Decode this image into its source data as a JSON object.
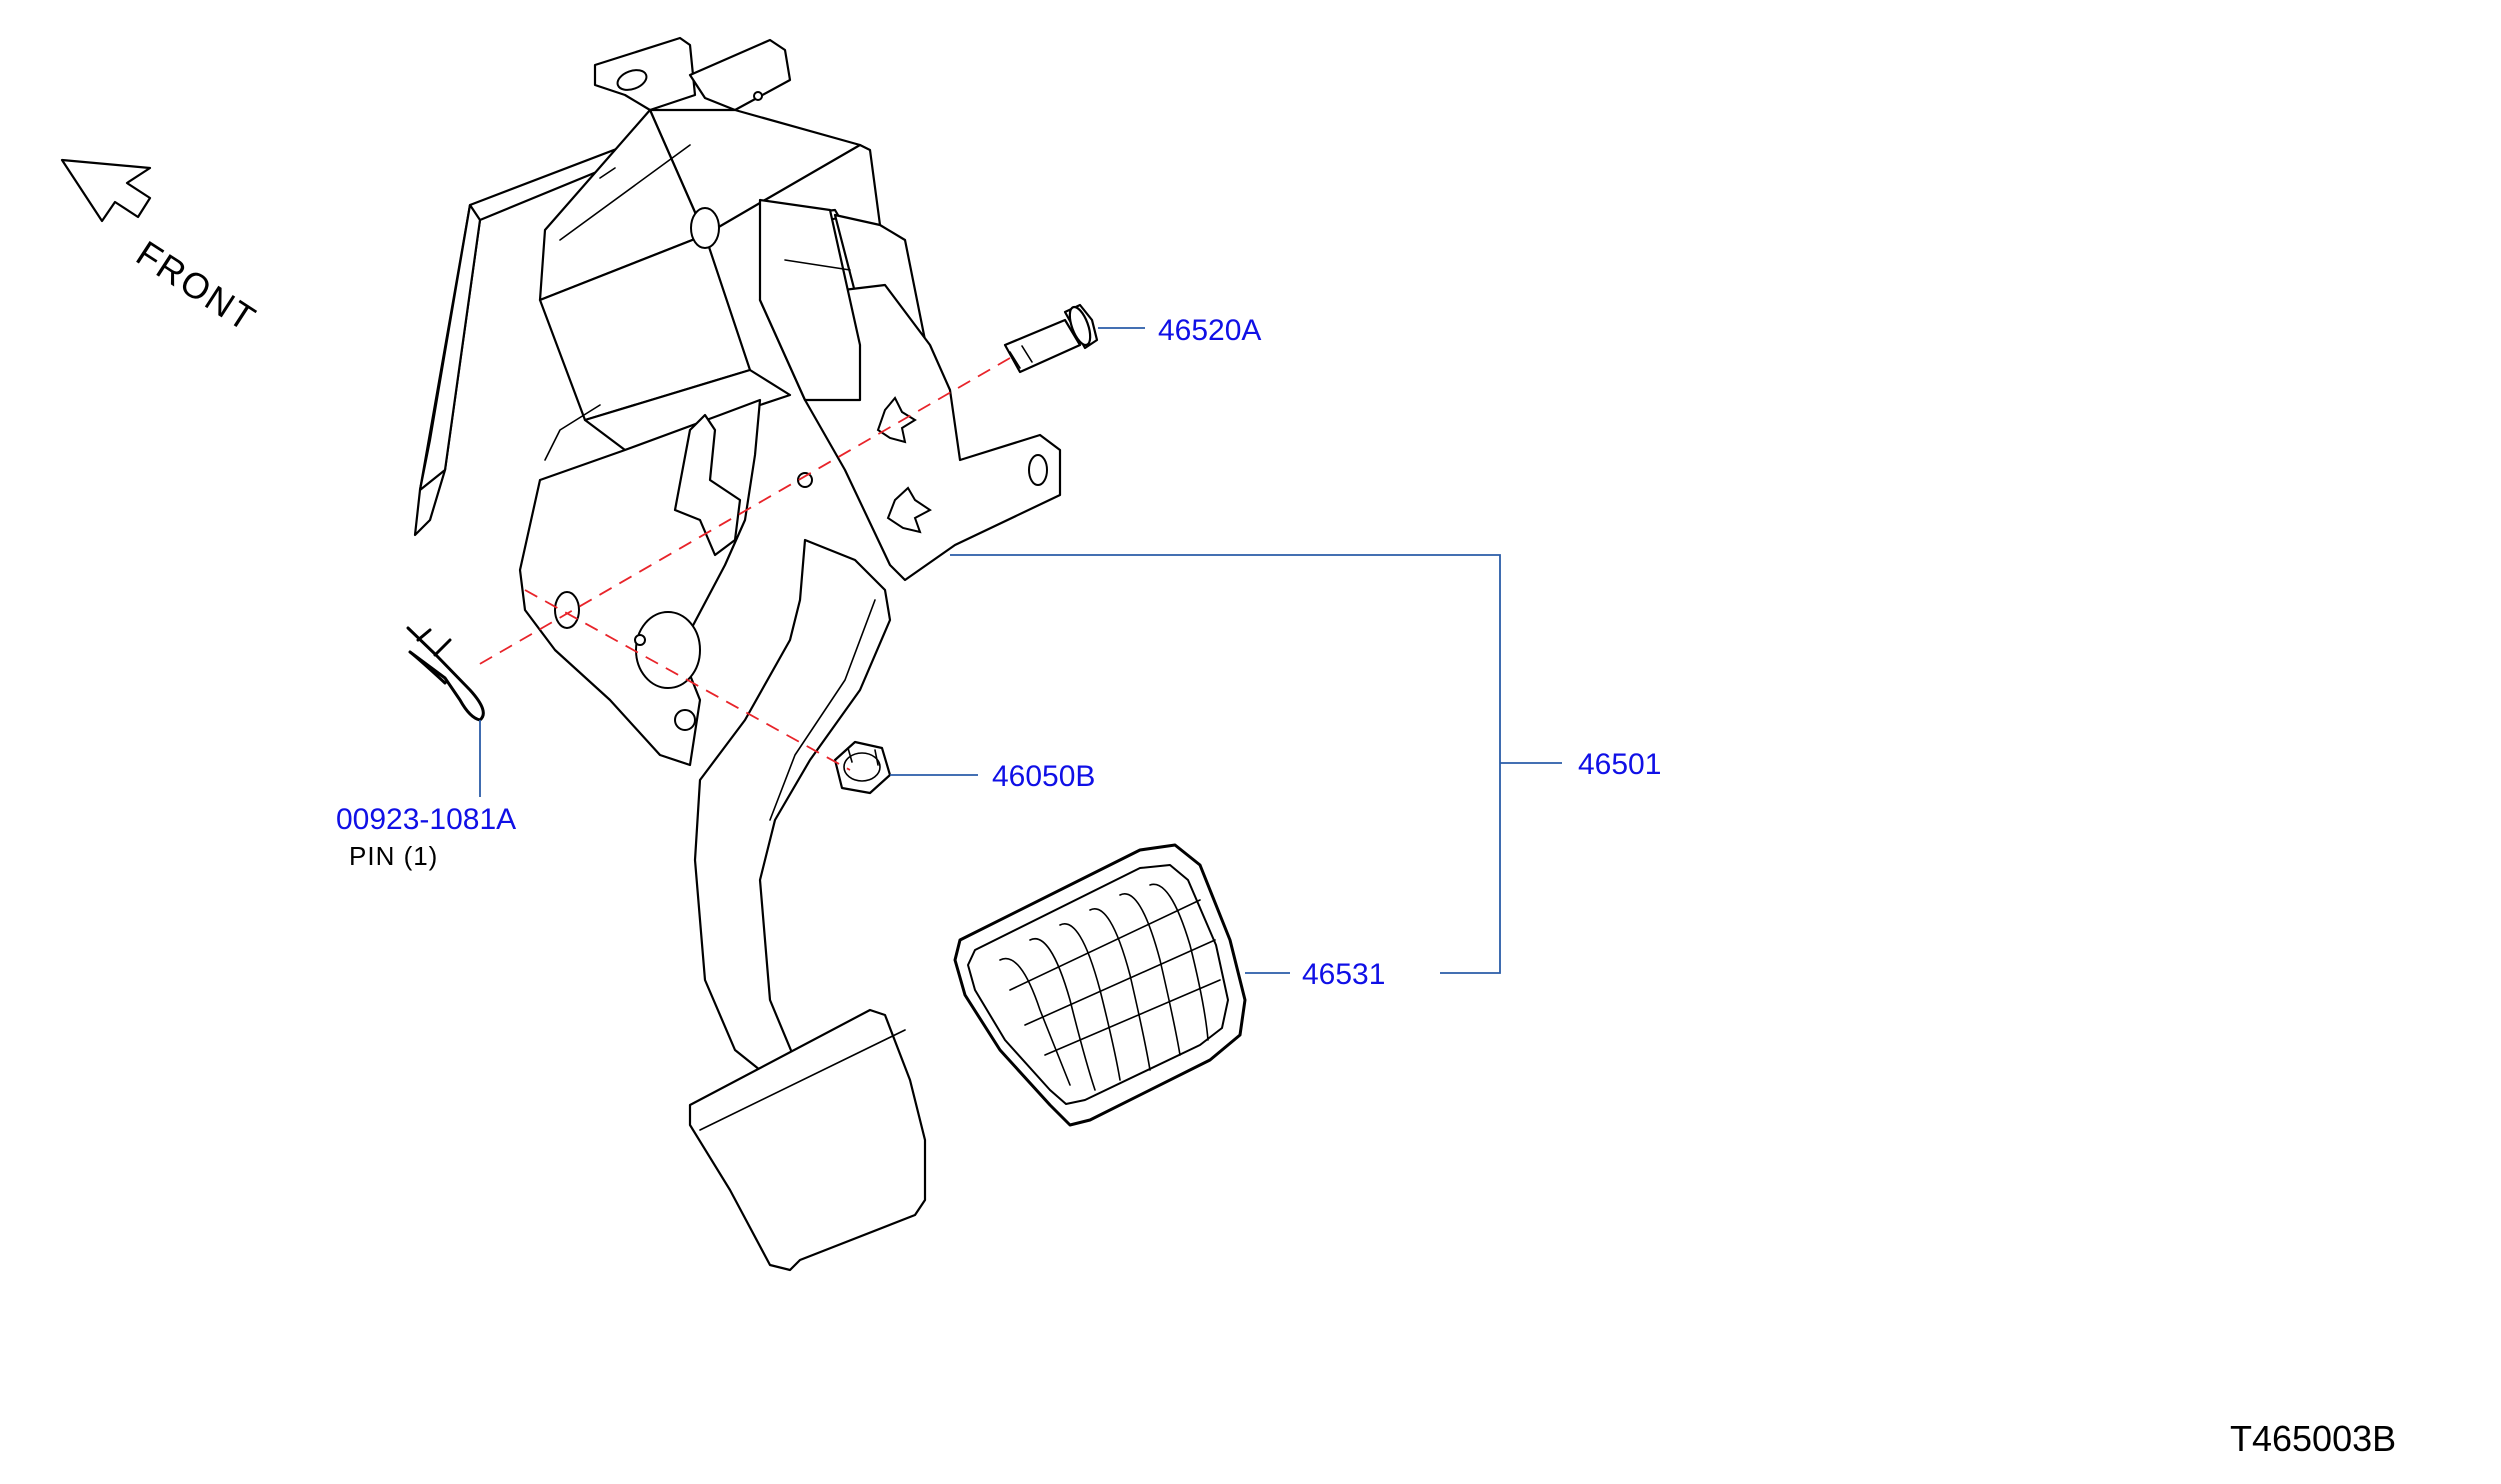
{
  "direction_label": "FRONT",
  "diagram_id": "T465003B",
  "callouts": {
    "bolt": "46520A",
    "pedal_assembly": "46501",
    "nut": "46050B",
    "pin": "00923-1081A",
    "pad": "46531"
  },
  "pin_description": "PIN  (1)",
  "colors": {
    "part_number": "#1010e6",
    "leader_line": "#2a5ca8",
    "install_axis": "#e8242a",
    "line_art": "#000000"
  }
}
